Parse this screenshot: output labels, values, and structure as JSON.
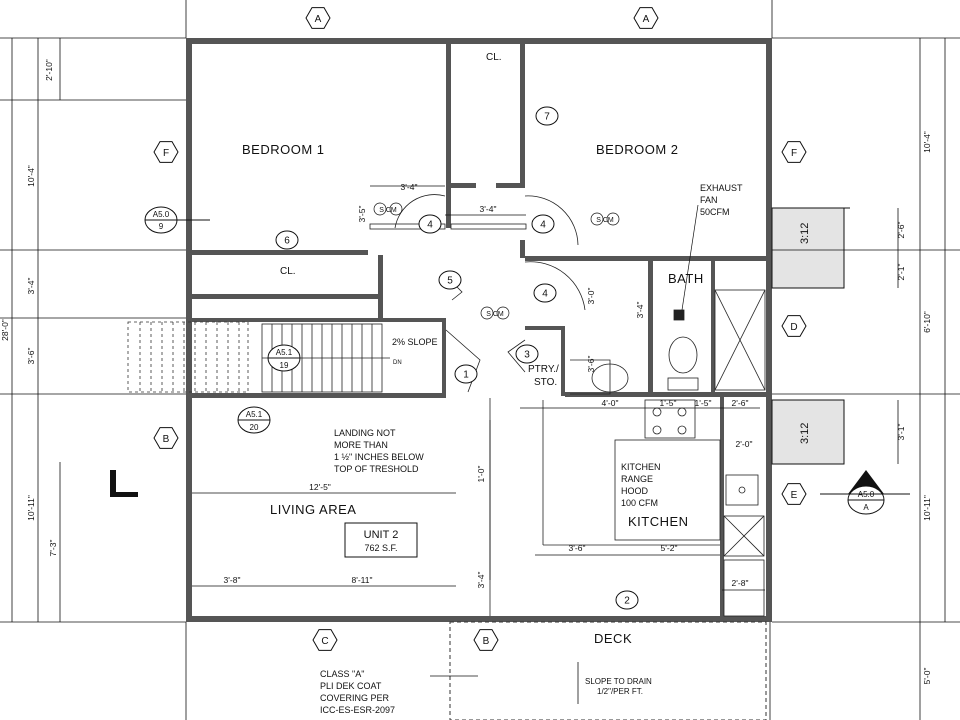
{
  "rooms": {
    "bedroom1": "BEDROOM 1",
    "bedroom2": "BEDROOM 2",
    "bath": "BATH",
    "living": "LIVING AREA",
    "kitchen": "KITCHEN",
    "deck": "DECK",
    "closet1": "CL.",
    "closet2": "CL.",
    "pantry": "PTRY./\nSTO."
  },
  "unit": {
    "name": "UNIT 2",
    "area": "762 S.F."
  },
  "notes": {
    "exhaust": [
      "EXHAUST",
      "FAN",
      "50CFM"
    ],
    "landing": [
      "LANDING NOT",
      "MORE THAN",
      "1 ½\" INCHES BELOW",
      "TOP OF TRESHOLD"
    ],
    "range": [
      "KITCHEN",
      "RANGE",
      "HOOD",
      "100 CFM"
    ],
    "slope": "2% SLOPE",
    "dn": "DN",
    "class_a": [
      "CLASS \"A\"",
      "PLI DEK COAT",
      "COVERING PER",
      "ICC-ES-ESR-2097"
    ],
    "drain": [
      "SLOPE TO DRAIN",
      "1/2\"/PER FT."
    ],
    "roof_slope": "3:12"
  },
  "tags": {
    "door_numbers": [
      "1",
      "2",
      "3",
      "4",
      "4",
      "4",
      "5",
      "6",
      "7"
    ],
    "smoke": "S CM",
    "sections": [
      {
        "top": "A5.0",
        "bottom": "9"
      },
      {
        "top": "A5.1",
        "bottom": "19"
      },
      {
        "top": "A5.1",
        "bottom": "20"
      },
      {
        "top": "A5.0",
        "bottom": "A"
      }
    ],
    "grid_letters": [
      "A",
      "A",
      "F",
      "F",
      "B",
      "D",
      "E",
      "C",
      "B"
    ]
  },
  "dimensions": {
    "left": [
      "2'-10\"",
      "10'-4\"",
      "3'-4\"",
      "3'-6\"",
      "28'-0\"",
      "10'-11\"",
      "7'-3\""
    ],
    "right": [
      "10'-4\"",
      "2'-6\"",
      "2'-1\"",
      "6'-10\"",
      "3'-1\"",
      "10'-11\"",
      "5'-0\""
    ],
    "interior": [
      "3'-5\"",
      "3'-4\"",
      "3'-4\"",
      "3'-0\"",
      "3'-4\"",
      "3'-6\"",
      "12'-5\"",
      "1'-0\"",
      "3'-8\"",
      "8'-11\"",
      "3'-4\"",
      "4'-0\"",
      "1'-5\"",
      "1'-5\"",
      "2'-6\"",
      "2'-0\"",
      "3'-6\"",
      "5'-2\"",
      "2'-8\""
    ]
  }
}
